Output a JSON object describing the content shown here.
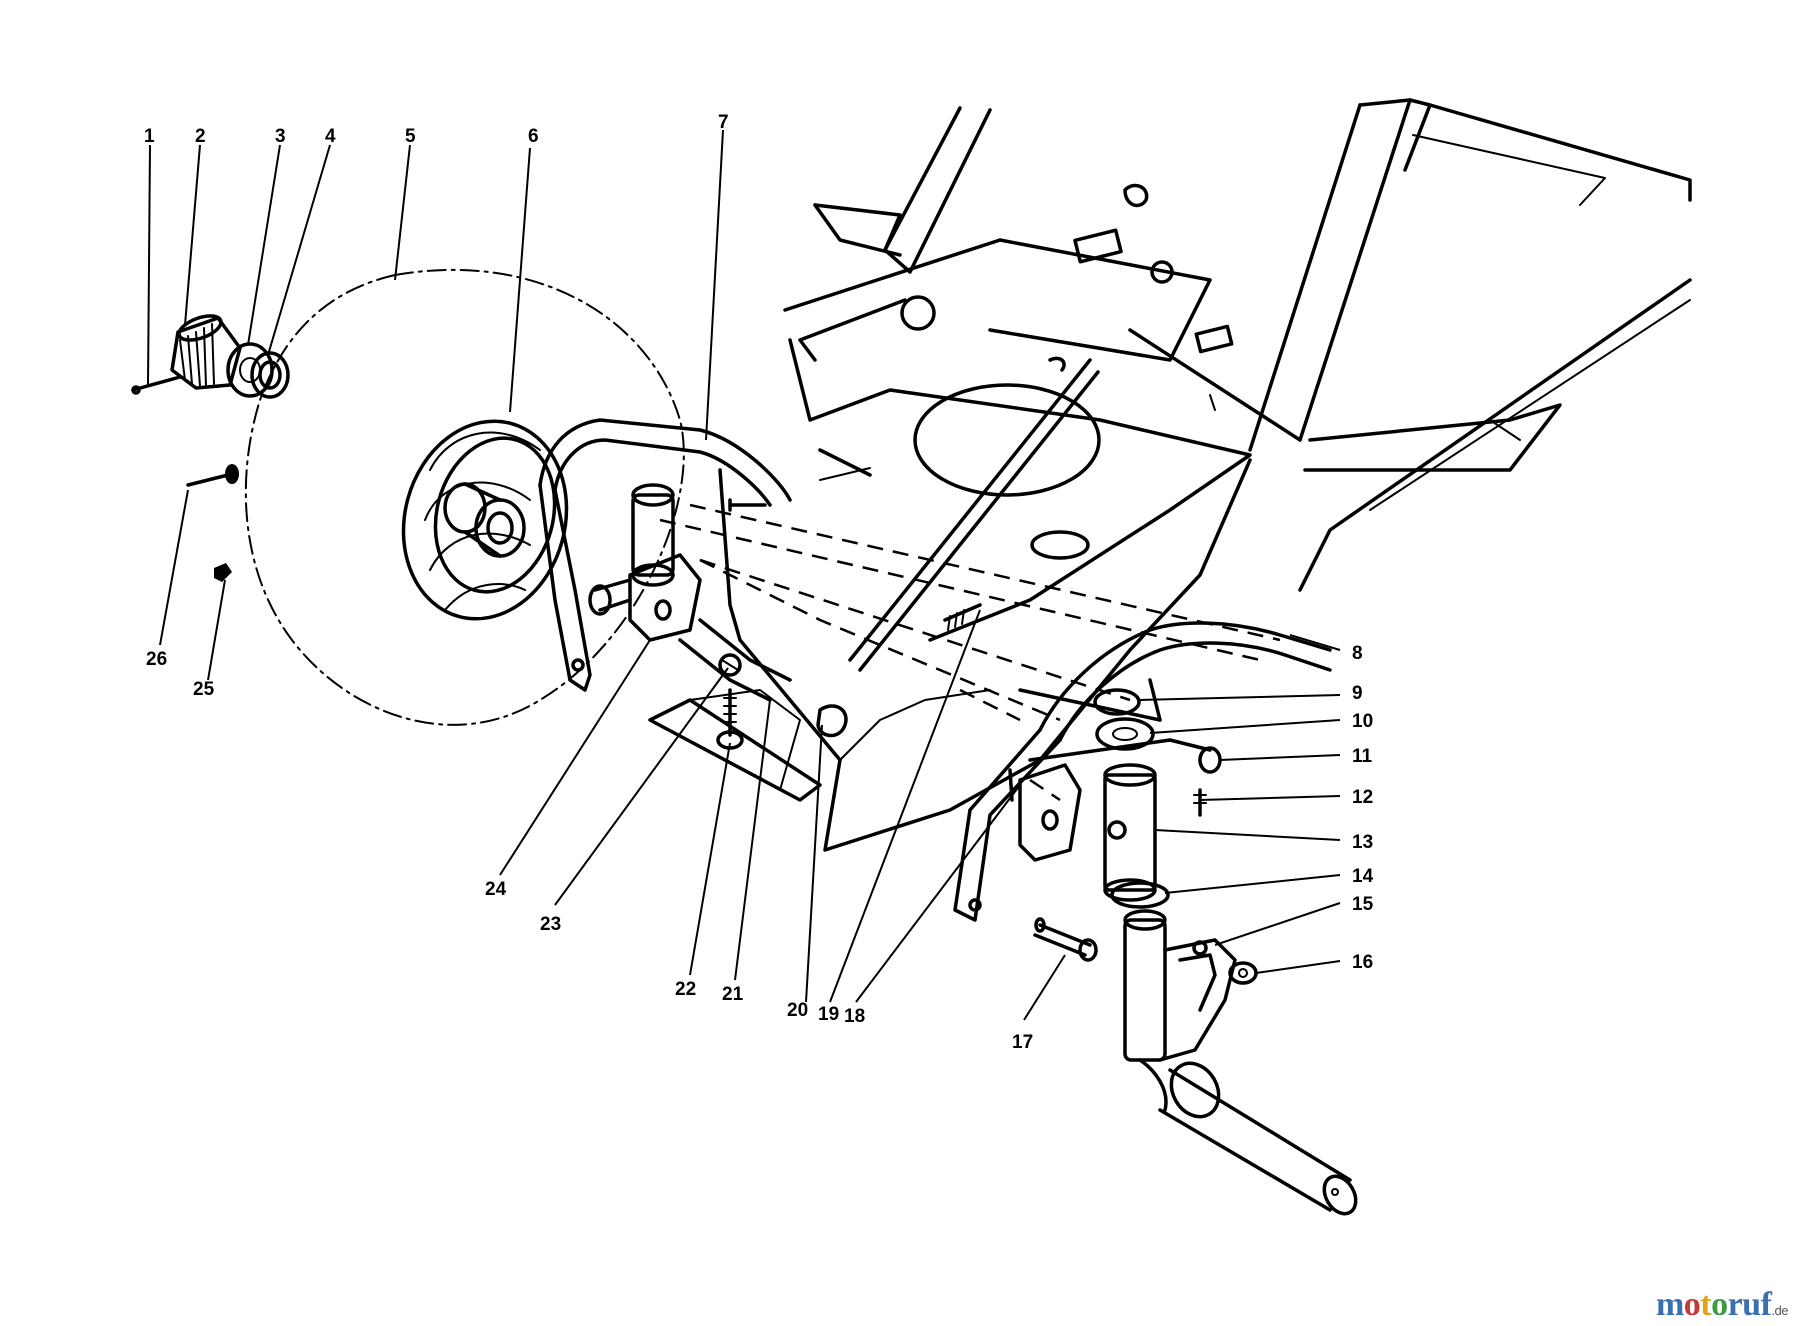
{
  "callouts": [
    "1",
    "2",
    "3",
    "4",
    "5",
    "6",
    "7",
    "8",
    "9",
    "10",
    "11",
    "12",
    "13",
    "14",
    "15",
    "16",
    "17",
    "18",
    "19",
    "20",
    "21",
    "22",
    "23",
    "24",
    "25",
    "26"
  ],
  "watermark": {
    "parts": [
      "m",
      "o",
      "t",
      "o",
      "ruf"
    ],
    "tld": ".de",
    "colors": [
      "#3a6fb0",
      "#c23b3b",
      "#e2a21a",
      "#3f9a43",
      "#3a6fb0"
    ]
  }
}
